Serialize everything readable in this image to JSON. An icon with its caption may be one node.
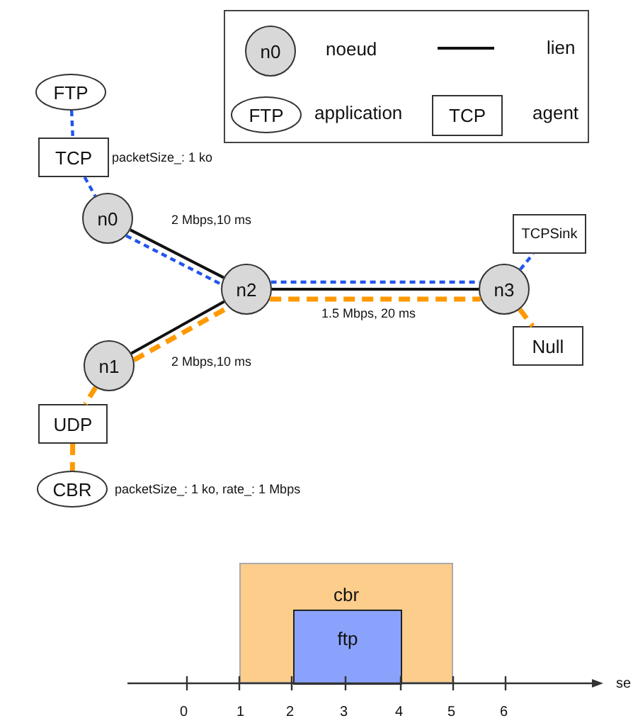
{
  "diagram": {
    "nodes": [
      {
        "text": [],
        "shape": "box"
      },
      {
        "text": [
          "n0"
        ],
        "in": 0,
        "beside": [
          "noeud"
        ]
      },
      {
        "text": [
          "FTP"
        ],
        "in": 0,
        "beside": [
          "application"
        ]
      },
      {
        "text": [
          "TCP"
        ],
        "in": 0,
        "beside": [
          "agent"
        ]
      },
      {
        "text": [
          "FTP"
        ]
      },
      {
        "text": [
          "TCP"
        ],
        "beside": [
          "packetSize_: 1 ko"
        ]
      },
      {
        "text": [
          "n0"
        ]
      },
      {
        "text": [
          "TCPSink"
        ]
      },
      {
        "text": [
          "n2"
        ]
      },
      {
        "text": [
          "n3"
        ]
      },
      {
        "text": [
          "n1"
        ]
      },
      {
        "text": [
          "Null"
        ]
      },
      {
        "text": [
          "UDP"
        ]
      },
      {
        "text": [
          "CBR"
        ],
        "beside": [
          "packetSize_: 1 ko, rate_: 1 Mbps"
        ]
      },
      {
        "text": [
          "cbr"
        ]
      },
      {
        "text": [
          "ftp"
        ],
        "in": 14
      }
    ],
    "edges": [
      {
        "from": 4,
        "to": 5,
        "arrow": "none",
        "style": "dashed",
        "color": "#2255ee"
      },
      {
        "from": 5,
        "to": 6,
        "arrow": "none",
        "style": "dashed",
        "color": "#2255ee"
      },
      {
        "from": 6,
        "to": 8,
        "arrow": "none",
        "label": "2 Mbps,10 ms",
        "color": "#111111"
      },
      {
        "from": 6,
        "to": 8,
        "arrow": "none",
        "style": "dashed",
        "color": "#2255ee"
      },
      {
        "from": 10,
        "to": 8,
        "arrow": "none",
        "label": "2 Mbps,10 ms",
        "color": "#111111"
      },
      {
        "from": 10,
        "to": 8,
        "arrow": "none",
        "style": "dashed",
        "color": "#ff9900"
      },
      {
        "from": 8,
        "to": 9,
        "arrow": "none",
        "style": "dashed",
        "color": "#2255ee"
      },
      {
        "from": 8,
        "to": 9,
        "arrow": "none",
        "label": "1.5 Mbps, 20 ms",
        "color": "#111111"
      },
      {
        "from": 8,
        "to": 9,
        "arrow": "none",
        "style": "dashed",
        "color": "#ff9900"
      },
      {
        "from": 9,
        "to": 7,
        "arrow": "none",
        "style": "dashed",
        "color": "#2255ee"
      },
      {
        "from": 9,
        "to": 11,
        "arrow": "none",
        "style": "dashed",
        "color": "#ff9900"
      },
      {
        "from": 10,
        "to": 12,
        "arrow": "none",
        "style": "dashed",
        "color": "#ff9900"
      },
      {
        "from": 12,
        "to": 13,
        "arrow": "none",
        "style": "dashed",
        "color": "#ff9900"
      }
    ],
    "labels": [
      "0",
      "1",
      "2",
      "3",
      "4",
      "5",
      "6",
      "se"
    ],
    "legend": [
      {
        "text": "lien"
      }
    ]
  }
}
